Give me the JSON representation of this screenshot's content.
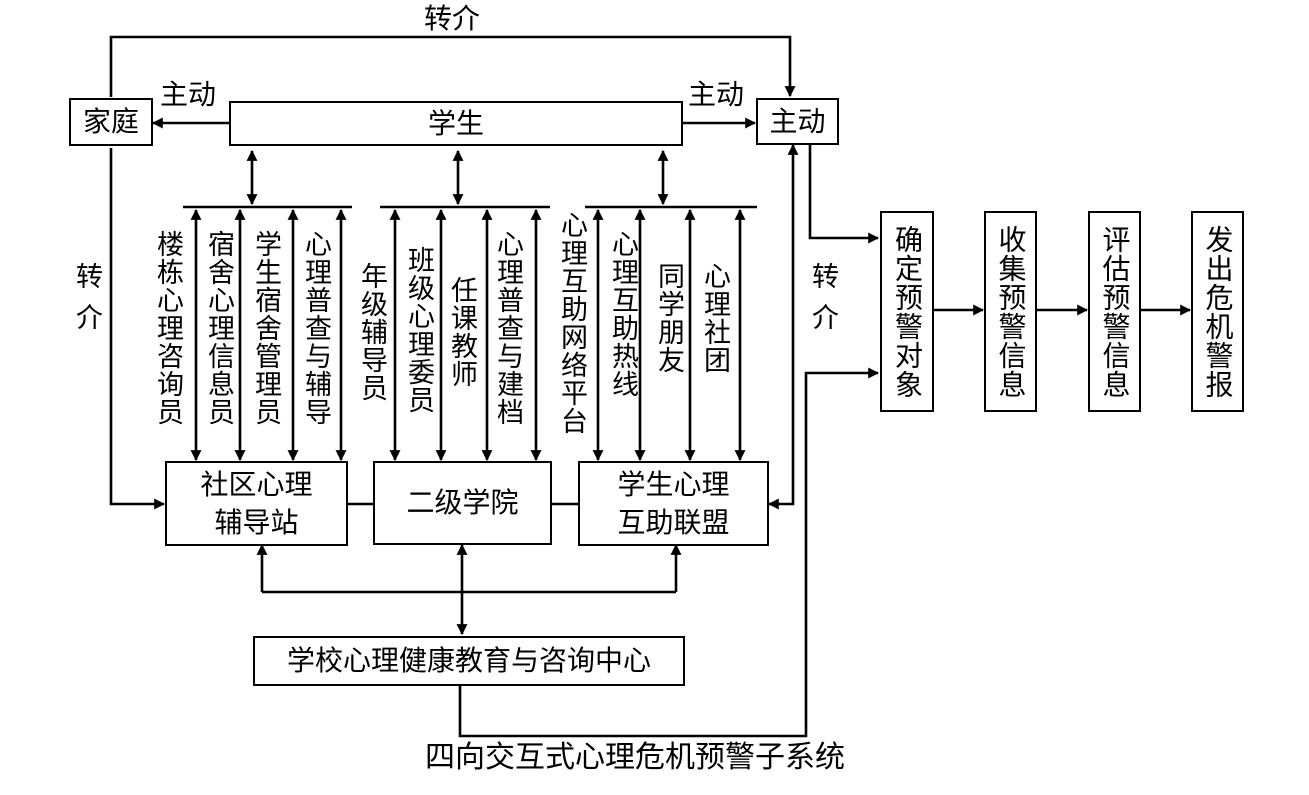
{
  "diagram": {
    "caption": "四向交互式心理危机预警子系统",
    "nodes": {
      "family": "家庭",
      "student": "学生",
      "active_box": "主动",
      "community": "社区心理辅导站",
      "college": "二级学院",
      "alliance": "学生心理互助联盟",
      "center": "学校心理健康教育与咨询中心"
    },
    "edge_labels": {
      "referral_top": "转介",
      "active_left": "主动",
      "active_right": "主动",
      "referral_left": "转介",
      "referral_right": "转介"
    },
    "channels": {
      "community": [
        "楼栋心理咨询员",
        "宿舍心理信息员",
        "学生宿舍管理员",
        "心理普查与辅导"
      ],
      "college": [
        "年级辅导员",
        "班级心理委员",
        "任课教师",
        "心理普查与建档"
      ],
      "alliance": [
        "心理互助网络平台",
        "心理互助热线",
        "同学朋友",
        "心理社团"
      ]
    },
    "flow_steps": [
      "确定预警对象",
      "收集预警信息",
      "评估预警信息",
      "发出危机警报"
    ]
  }
}
